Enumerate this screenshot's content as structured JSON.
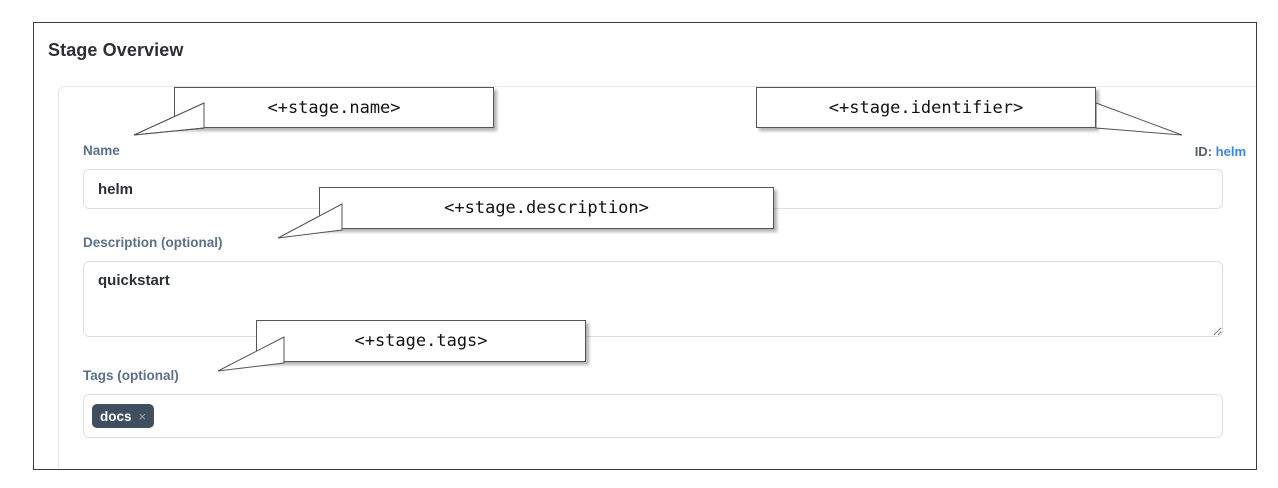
{
  "page": {
    "title": "Stage Overview"
  },
  "form": {
    "name": {
      "label": "Name",
      "value": "helm",
      "placeholder": ""
    },
    "identifier": {
      "prefix": "ID:",
      "value": "helm"
    },
    "description": {
      "label": "Description (optional)",
      "value": "quickstart",
      "placeholder": ""
    },
    "tags": {
      "label": "Tags (optional)",
      "chips": [
        {
          "label": "docs",
          "remove_icon": "×"
        }
      ],
      "placeholder": ""
    }
  },
  "annotations": [
    {
      "id": "stage-name",
      "text": "<+stage.name>"
    },
    {
      "id": "stage-identifier",
      "text": "<+stage.identifier>"
    },
    {
      "id": "stage-description",
      "text": "<+stage.description>"
    },
    {
      "id": "stage-tags",
      "text": "<+stage.tags>"
    }
  ],
  "colors": {
    "label": "#5b7089",
    "id_value": "#3b82f6",
    "tag_chip": "#3f4f60",
    "title": "#2b2f36",
    "frame_border": "#3a3a3a"
  }
}
